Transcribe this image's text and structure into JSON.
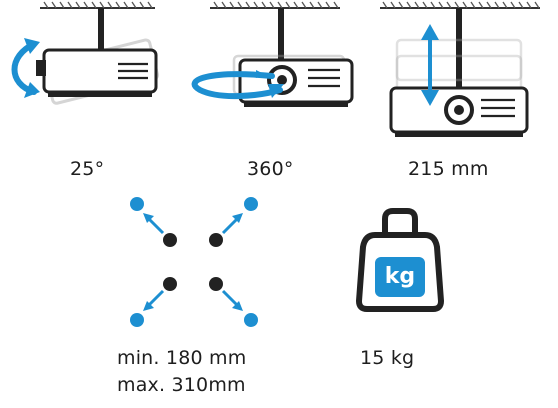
{
  "features": {
    "tilt": {
      "label": "25°"
    },
    "rotation": {
      "label": "360°"
    },
    "height": {
      "label": "215 mm"
    },
    "mounting": {
      "line1": "min. 180 mm",
      "line2": "max. 310mm"
    },
    "weight": {
      "label": "15 kg",
      "badge": "kg"
    }
  },
  "colors": {
    "accent": "#1d8fd1",
    "outline": "#222222",
    "ghost": "#c8c8c8",
    "hatch": "#555555"
  },
  "icons": {
    "tilt": "projector-tilt-icon",
    "rotation": "projector-rotate-icon",
    "height": "projector-height-icon",
    "mounting": "mounting-holes-icon",
    "weight": "weight-icon"
  }
}
